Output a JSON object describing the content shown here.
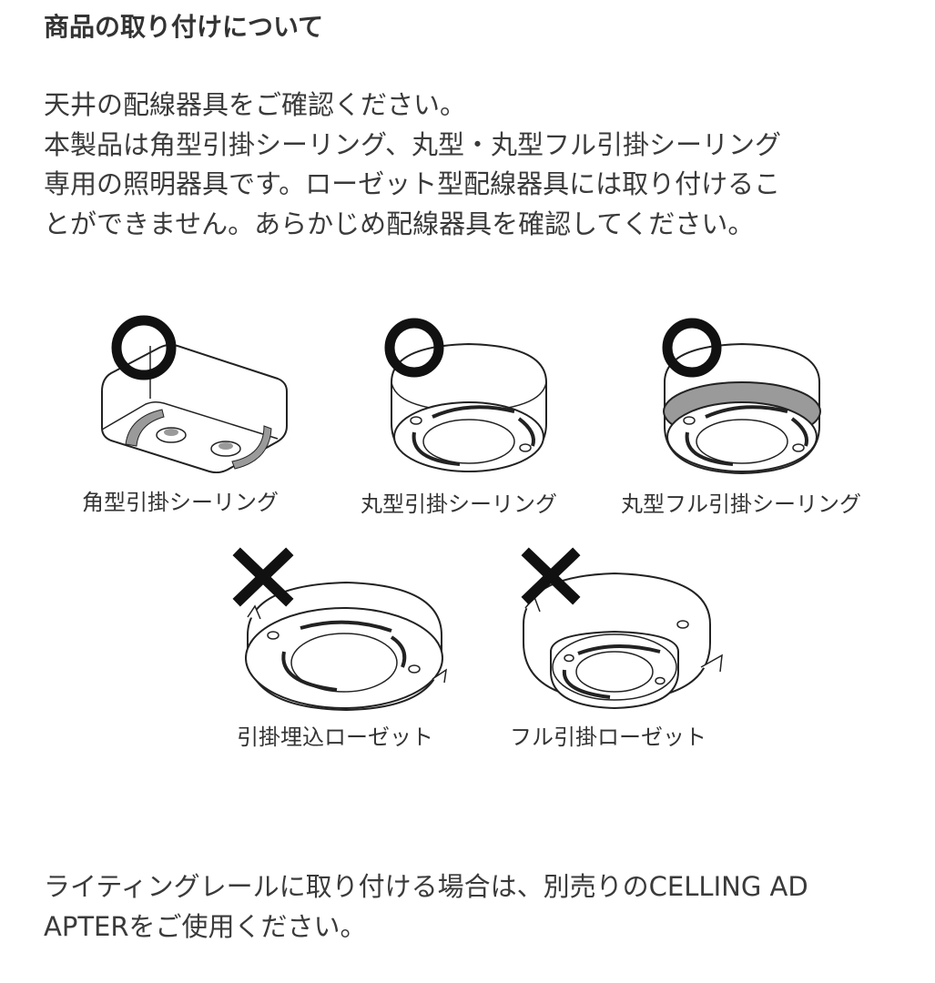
{
  "heading": "商品の取り付けについて",
  "intro": {
    "line1": "天井の配線器具をご確認ください。",
    "line2": "本製品は角型引掛シーリング、丸型・丸型フル引掛シーリング",
    "line3": "専用の照明器具です。ローゼット型配線器具には取り付けるこ",
    "line4": "とができません。あらかじめ配線器具を確認してください。"
  },
  "compatible": [
    {
      "label": "角型引掛シーリング",
      "mark": "circle-ok",
      "icon": "square-ceiling-rosette-icon"
    },
    {
      "label": "丸型引掛シーリング",
      "mark": "circle-ok",
      "icon": "round-ceiling-rosette-icon"
    },
    {
      "label": "丸型フル引掛シーリング",
      "mark": "circle-ok",
      "icon": "round-full-ceiling-rosette-icon"
    }
  ],
  "incompatible": [
    {
      "label": "引掛埋込ローゼット",
      "mark": "cross-ng",
      "icon": "embedded-rosette-icon"
    },
    {
      "label": "フル引掛ローゼット",
      "mark": "cross-ng",
      "icon": "full-rosette-icon"
    }
  ],
  "footer": {
    "line1": "ライティングレールに取り付ける場合は、別売りのCELLING AD",
    "line2": "APTERをご使用ください。"
  },
  "colors": {
    "text": "#333333",
    "mark": "#111111",
    "fill_gray": "#9a9a9a"
  }
}
